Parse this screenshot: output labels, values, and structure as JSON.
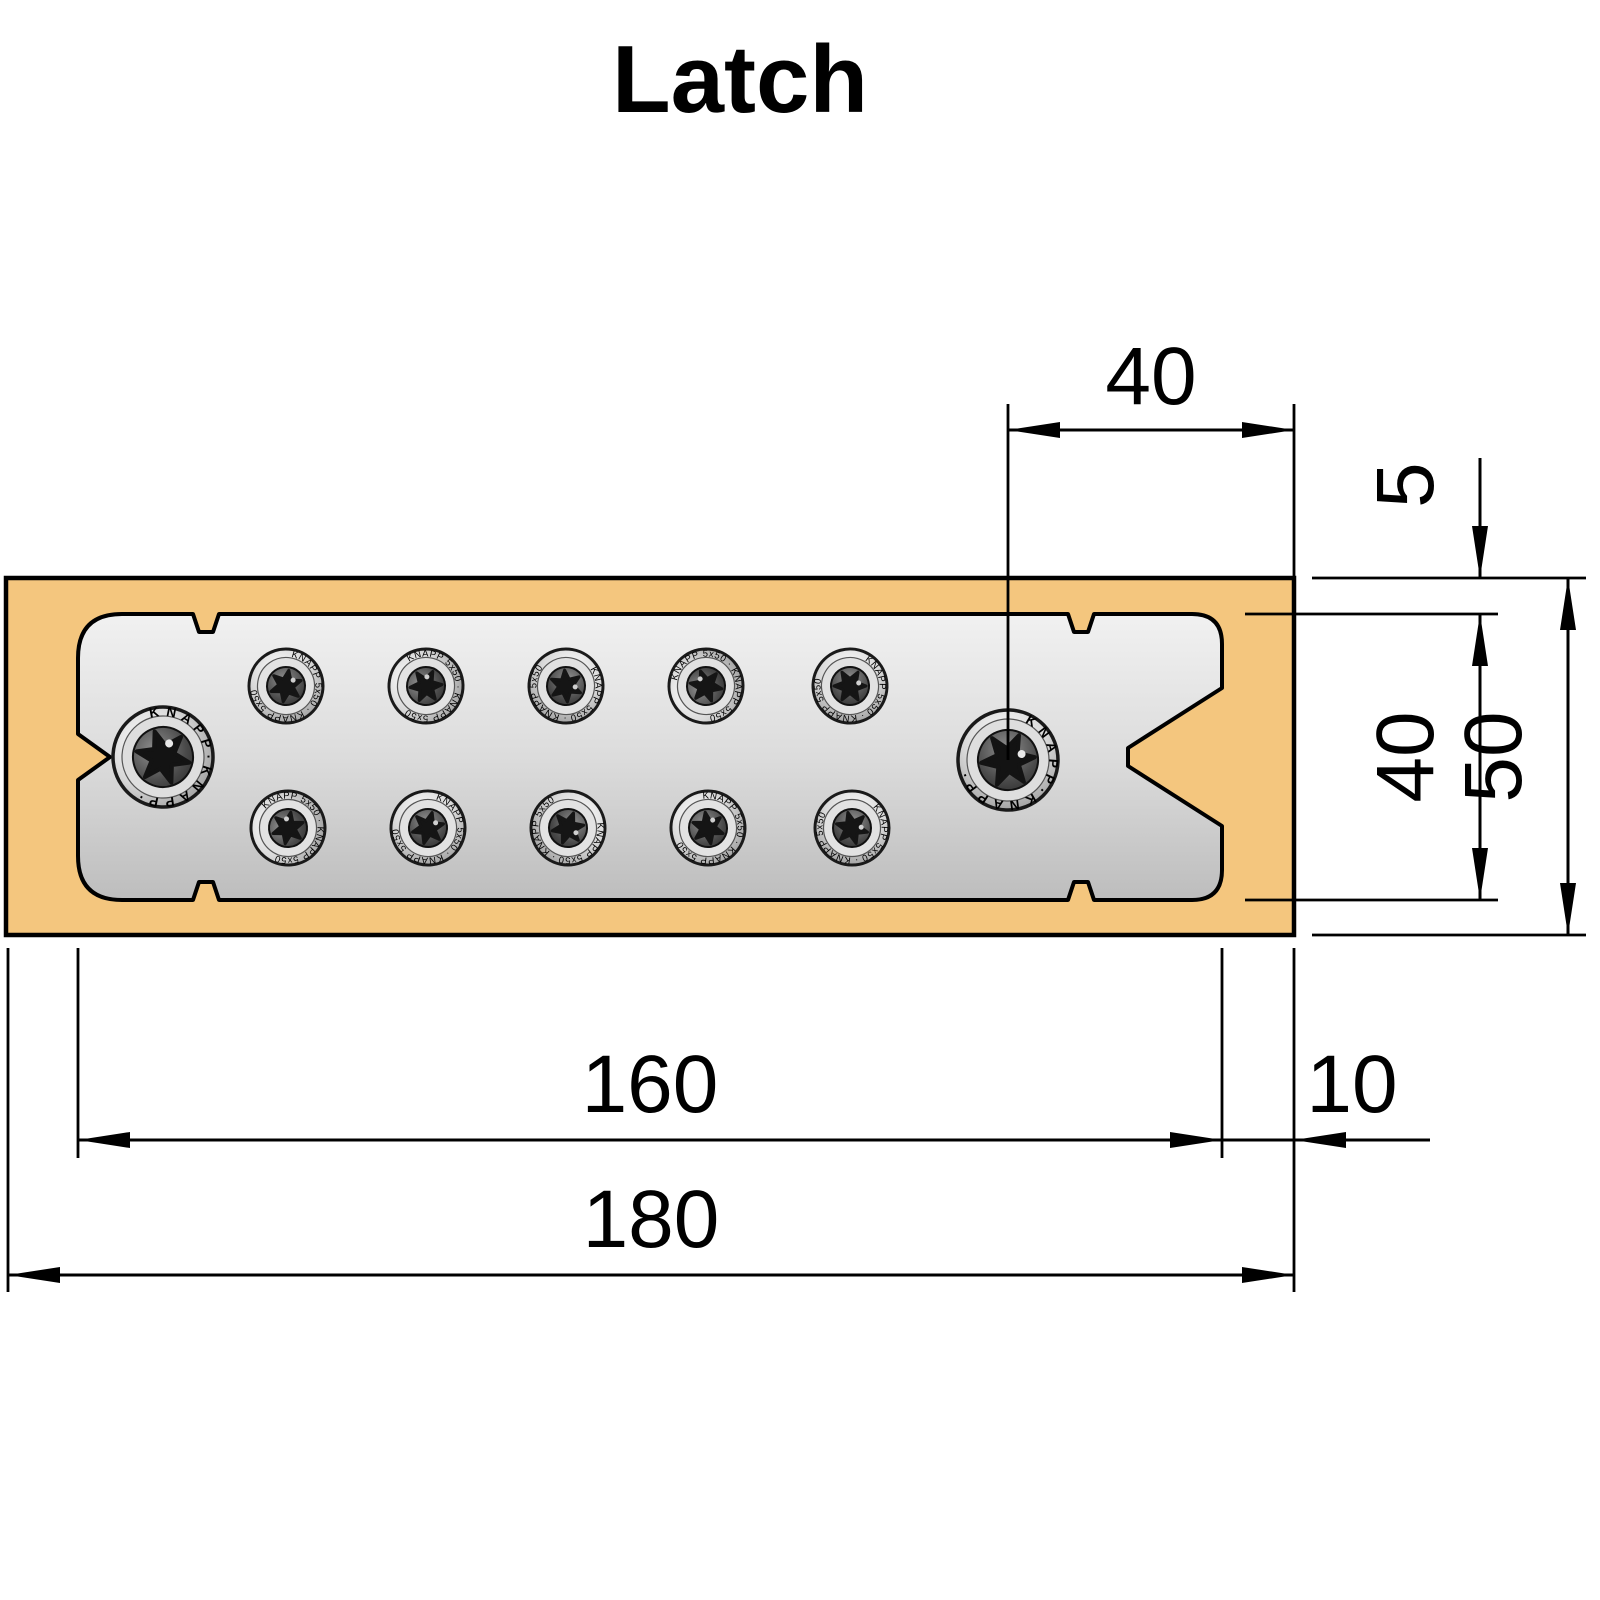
{
  "title": "Latch",
  "drawing": {
    "part_name": "Latch",
    "dimensions": {
      "screw_to_board_edge": "40",
      "plate_top_offset": "5",
      "plate_width": "40",
      "board_width": "50",
      "plate_length": "160",
      "side_margin": "10",
      "board_length": "180"
    },
    "screw_text_large": "K N A P P · K N A P P ·",
    "screw_text_small": "KNAPP 5x50 · KNAPP 5x50",
    "colors": {
      "wood": "#F4C67E",
      "plate_light": "#F1F1F1",
      "plate_dark": "#BDBDBD"
    }
  }
}
